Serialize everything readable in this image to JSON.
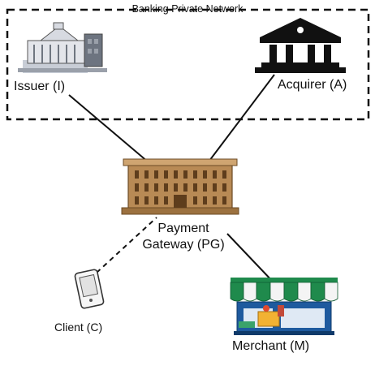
{
  "network": {
    "title": "Banking Private Network"
  },
  "nodes": {
    "issuer": {
      "label": "Issuer (I)",
      "icon": "bank-building-icon"
    },
    "acquirer": {
      "label": "Acquirer (A)",
      "icon": "bank-temple-icon"
    },
    "gateway": {
      "label_line1": "Payment",
      "label_line2": "Gateway (PG)",
      "icon": "gateway-building-icon"
    },
    "client": {
      "label": "Client (C)",
      "icon": "mobile-phone-icon"
    },
    "merchant": {
      "label": "Merchant (M)",
      "icon": "storefront-icon"
    }
  },
  "edges": [
    {
      "from": "issuer",
      "to": "gateway",
      "style": "solid"
    },
    {
      "from": "acquirer",
      "to": "gateway",
      "style": "solid"
    },
    {
      "from": "client",
      "to": "gateway",
      "style": "dashed"
    },
    {
      "from": "merchant",
      "to": "gateway",
      "style": "solid"
    }
  ],
  "colors": {
    "stroke": "#111111",
    "building": "#b88a55",
    "awning_green": "#1f8a4c",
    "awning_white": "#f4f4f4"
  }
}
